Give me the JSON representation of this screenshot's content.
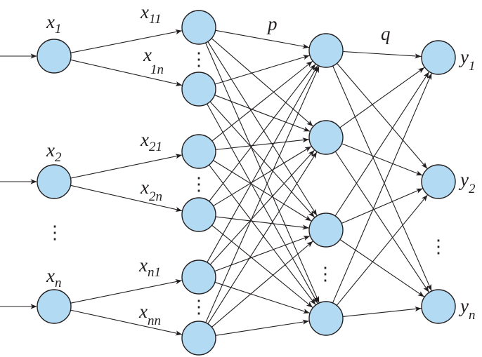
{
  "diagram": {
    "inputs": [
      {
        "base": "x",
        "sub": "1"
      },
      {
        "base": "x",
        "sub": "2"
      },
      {
        "base": "x",
        "sub": "n"
      }
    ],
    "hidden1_edges": [
      {
        "base": "x",
        "sub": "11"
      },
      {
        "base": "x",
        "sub": "1n"
      },
      {
        "base": "x",
        "sub": "21"
      },
      {
        "base": "x",
        "sub": "2n"
      },
      {
        "base": "x",
        "sub": "n1"
      },
      {
        "base": "x",
        "sub": "nn"
      }
    ],
    "weight_p": "p",
    "weight_q": "q",
    "outputs": [
      {
        "base": "y",
        "sub": "1"
      },
      {
        "base": "y",
        "sub": "2"
      },
      {
        "base": "y",
        "sub": "n"
      }
    ],
    "ellipsis": "⋮",
    "colors": {
      "node_fill": "#b2dbf3",
      "stroke": "#231f20"
    }
  }
}
